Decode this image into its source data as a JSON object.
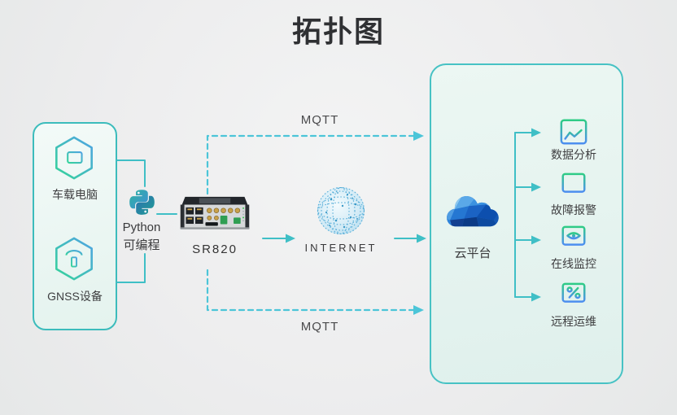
{
  "title": "拓扑图",
  "colors": {
    "accent_teal": "#3FBFC6",
    "dashed_cyan": "#4CC5D8",
    "icon_gradient_green": "#2FCC86",
    "icon_gradient_blue": "#4D8EF0",
    "devices_box_border": "#3CBCBC",
    "cloud_box_border": "#47C2C4",
    "cloud_box_fill": "#E7F4F0",
    "background": "#EDEDEE",
    "title_color": "#2F3033"
  },
  "devices_box": {
    "items": [
      {
        "label": "车载电脑",
        "icon": "vehicle-computer-hexagon-icon"
      },
      {
        "label": "GNSS设备",
        "icon": "gnss-antenna-hexagon-icon"
      }
    ]
  },
  "python": {
    "line1": "Python",
    "line2": "可编程",
    "icon": "python-logo-icon"
  },
  "router": {
    "label": "SR820",
    "icon": "industrial-router-icon"
  },
  "internet": {
    "label": "INTERNET",
    "icon": "globe-icon"
  },
  "protocol": {
    "top_label": "MQTT",
    "bottom_label": "MQTT"
  },
  "cloud_box": {
    "platform_label": "云平台",
    "icon": "low-poly-cloud-icon",
    "services": [
      {
        "label": "数据分析",
        "icon": "analytics-chart-icon"
      },
      {
        "label": "故障报警",
        "icon": "fault-alarm-monitor-icon"
      },
      {
        "label": "在线监控",
        "icon": "online-monitoring-eye-icon"
      },
      {
        "label": "远程运维",
        "icon": "remote-ops-percent-icon"
      }
    ]
  }
}
